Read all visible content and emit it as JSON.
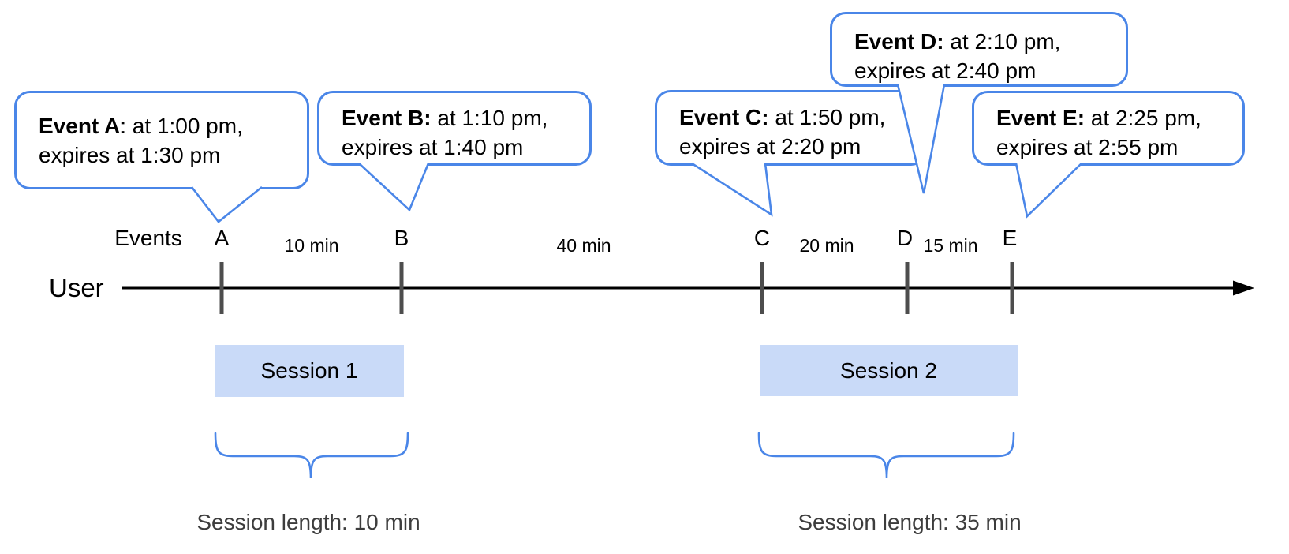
{
  "colors": {
    "accent_blue": "#4a86e8",
    "session_fill": "#c9daf8",
    "tick_gray": "#4d4d4d",
    "axis_black": "#000000"
  },
  "bubbles": [
    {
      "bold": "Event A",
      "rest": ": at 1:00 pm,",
      "line2": "expires at 1:30 pm"
    },
    {
      "bold": "Event B:",
      "rest": " at 1:10 pm,",
      "line2": "expires at 1:40 pm"
    },
    {
      "bold": "Event C:",
      "rest": " at 1:50 pm,",
      "line2": "expires at 2:20 pm"
    },
    {
      "bold": "Event D:",
      "rest": " at 2:10 pm,",
      "line2": "expires at 2:40 pm"
    },
    {
      "bold": "Event E:",
      "rest": " at 2:25 pm,",
      "line2": "expires at 2:55 pm"
    }
  ],
  "timeline": {
    "events_label": "Events",
    "user_label": "User",
    "ticks": [
      "A",
      "B",
      "C",
      "D",
      "E"
    ],
    "gaps": [
      "10 min",
      "40 min",
      "20 min",
      "15 min"
    ]
  },
  "sessions": [
    {
      "label": "Session 1",
      "length": "Session length: 10 min"
    },
    {
      "label": "Session 2",
      "length": "Session length: 35 min"
    }
  ]
}
